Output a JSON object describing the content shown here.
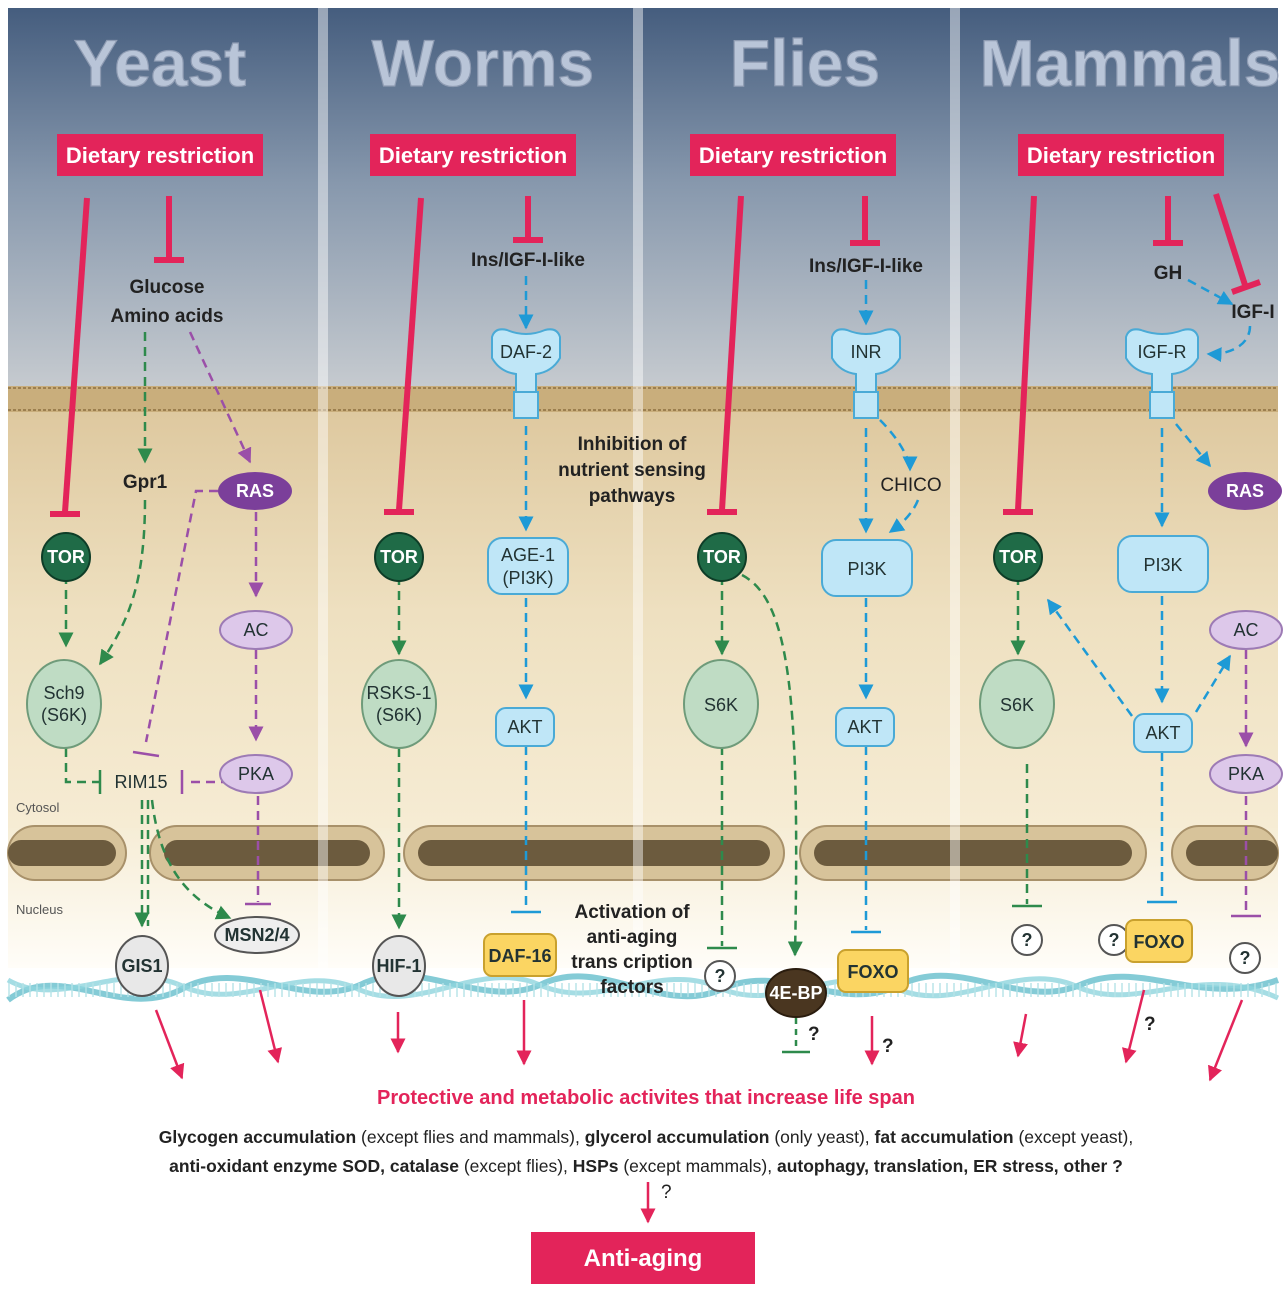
{
  "columns": {
    "yeast": {
      "title": "Yeast"
    },
    "worms": {
      "title": "Worms"
    },
    "flies": {
      "title": "Flies"
    },
    "mammals": {
      "title": "Mammals"
    }
  },
  "dietary_restriction_label": "Dietary restriction",
  "yeast": {
    "nutrients_line1": "Glucose",
    "nutrients_line2": "Amino acids",
    "gpr1": "Gpr1",
    "ras": "RAS",
    "tor": "TOR",
    "sch9_line1": "Sch9",
    "sch9_line2": "(S6K)",
    "ac": "AC",
    "pka": "PKA",
    "rim15": "RIM15",
    "gis1": "GIS1",
    "msn": "MSN2/4"
  },
  "worms": {
    "ins": "Ins/IGF-I-like",
    "daf2": "DAF-2",
    "tor": "TOR",
    "age1_line1": "AGE-1",
    "age1_line2": "(PI3K)",
    "rsks_line1": "RSKS-1",
    "rsks_line2": "(S6K)",
    "akt": "AKT",
    "hif": "HIF-1",
    "daf16": "DAF-16"
  },
  "flies": {
    "ins": "Ins/IGF-I-like",
    "inr": "INR",
    "chico": "CHICO",
    "tor": "TOR",
    "pi3k": "PI3K",
    "s6k": "S6K",
    "akt": "AKT",
    "q": "?",
    "bp": "4E-BP",
    "foxo": "FOXO"
  },
  "mammals": {
    "gh": "GH",
    "igf1": "IGF-I",
    "igfr": "IGF-R",
    "ras": "RAS",
    "tor": "TOR",
    "pi3k": "PI3K",
    "ac": "AC",
    "s6k": "S6K",
    "akt": "AKT",
    "pka": "PKA",
    "q": "?",
    "foxo": "FOXO"
  },
  "center_labels": {
    "inhibition_line1": "Inhibition of",
    "inhibition_line2": "nutrient sensing",
    "inhibition_line3": "pathways",
    "activation_line1": "Activation of",
    "activation_line2": "anti-aging",
    "activation_line3": "trans cription",
    "activation_line4": "factors"
  },
  "compartments": {
    "cytosol": "Cytosol",
    "nucleus": "Nucleus"
  },
  "question_mark": "?",
  "protective_text": "Protective and metabolic activites that increase life span",
  "bottom": {
    "l1_a_bold": "Glycogen accumulation",
    "l1_a": " (except flies and mammals), ",
    "l1_b_bold": "glycerol accumulation",
    "l1_b": " (only yeast), ",
    "l1_c_bold": "fat accumulation",
    "l1_c": " (except yeast),",
    "l2_a_bold": "anti-oxidant enzyme SOD, catalase",
    "l2_a": " (except flies), ",
    "l2_b_bold": "HSPs",
    "l2_b": " (except mammals), ",
    "l2_c_bold": "autophagy, translation, ER stress, other ?"
  },
  "anti_aging": "Anti-aging",
  "colors": {
    "red": "#e3245a",
    "green_dark": "#1f6b47",
    "green_light": "#bfdcc4",
    "green_line": "#2e8a4c",
    "blue_line": "#1e9ad6",
    "blue_node": "#bfe6f7",
    "purple_node": "#7b3f9a",
    "purple_light": "#ddc8ea",
    "purple_line": "#9b4fa8",
    "yellow_node": "#fbd562"
  }
}
